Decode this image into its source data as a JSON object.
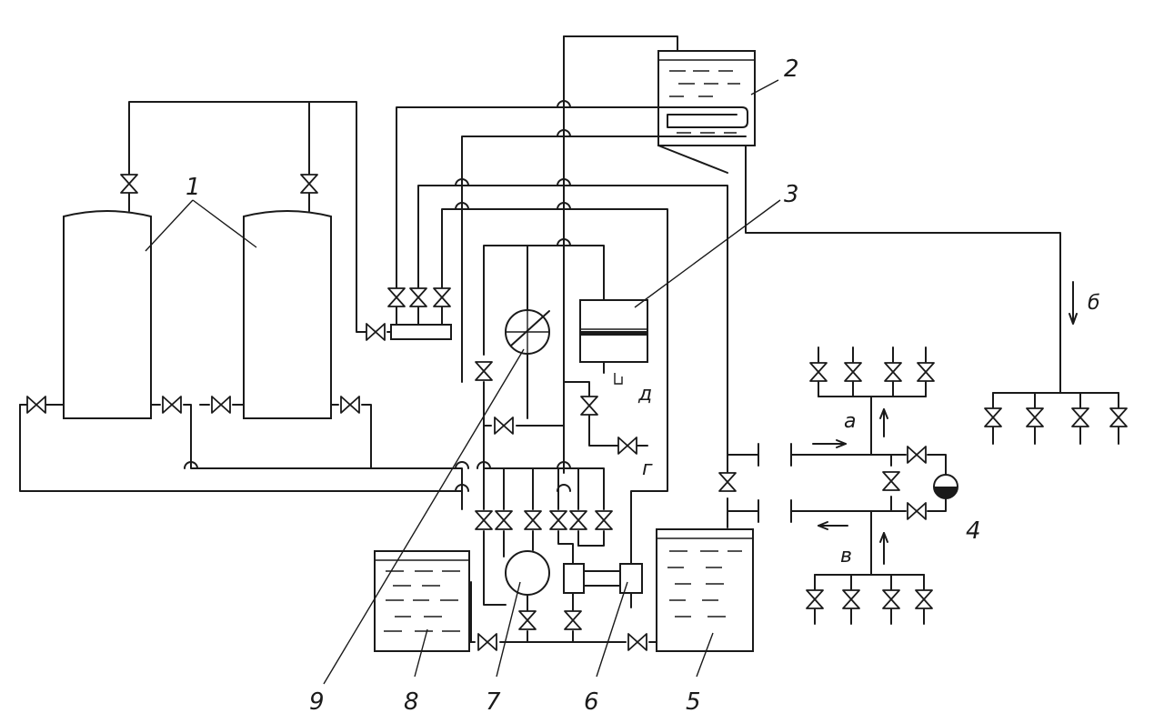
{
  "figure": {
    "labels": {
      "n1": "1",
      "n2": "2",
      "n3": "3",
      "n4": "4",
      "n5": "5",
      "n6": "6",
      "n7": "7",
      "n8": "8",
      "n9": "9",
      "a": "а",
      "b": "б",
      "v": "в",
      "g": "г",
      "d": "д"
    },
    "colors": {
      "ink": "#1a1a1a",
      "paper": "#ffffff"
    }
  }
}
